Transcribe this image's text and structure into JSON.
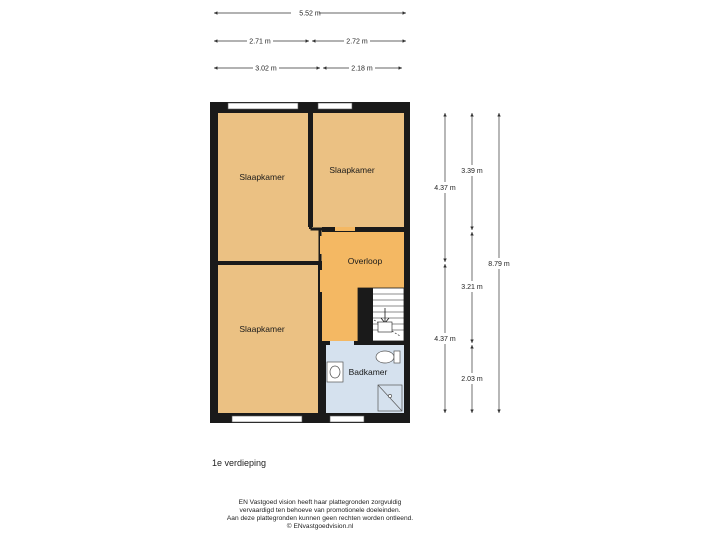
{
  "colors": {
    "wall": "#1a1a1a",
    "bedroom_floor": "#ebc183",
    "landing_floor": "#f4b863",
    "bathroom_floor": "#d5e1ee",
    "window": "#ffffff",
    "dimension_line": "#333333"
  },
  "dimensions": {
    "top_total": "5.52 m",
    "top_left": "2.71 m",
    "top_right": "2.72 m",
    "mid_left": "3.02 m",
    "mid_right": "2.18 m",
    "right_upper": "4.37 m",
    "right_lower": "4.37 m",
    "right_a": "3.39 m",
    "right_b": "3.21 m",
    "right_c": "2.03 m",
    "right_total": "8.79 m"
  },
  "rooms": {
    "bedroom_top_left": "Slaapkamer",
    "bedroom_top_right": "Slaapkamer",
    "landing": "Overloop",
    "bedroom_bottom": "Slaapkamer",
    "bathroom": "Badkamer"
  },
  "floor_label": "1e verdieping",
  "disclaimer": [
    "EN Vastgoed vision heeft haar plattegronden zorgvuldig",
    "vervaardigd ten behoeve van promotionele doeleinden.",
    "Aan deze plattegronden kunnen geen rechten worden ontleend.",
    "© ENvastgoedvision.nl"
  ]
}
